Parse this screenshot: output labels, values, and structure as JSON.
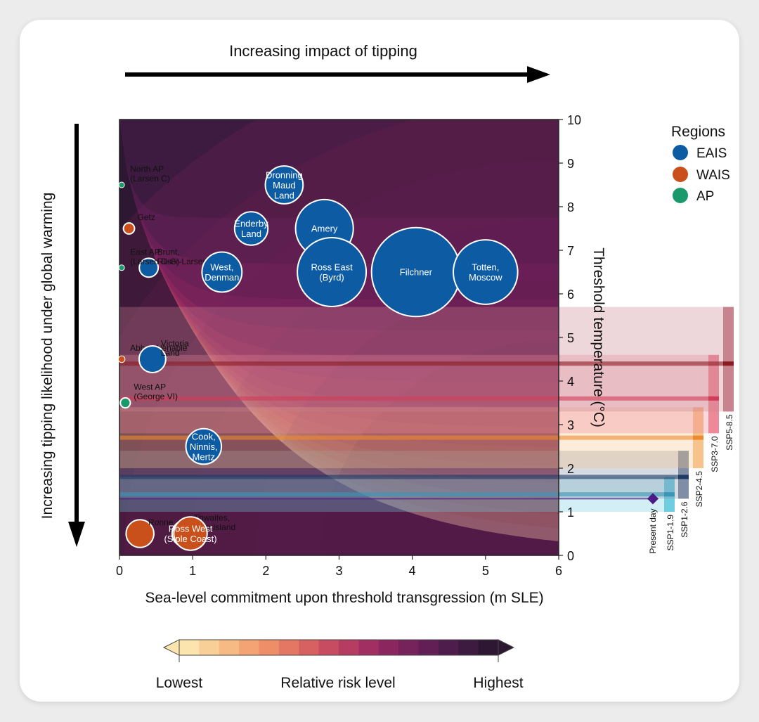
{
  "top_arrow_label": "Increasing impact of tipping",
  "left_arrow_label": "Increasing tipping likelihood under global warming",
  "legend": {
    "title": "Regions",
    "items": [
      {
        "label": "EAIS",
        "color": "#0d5ba3"
      },
      {
        "label": "WAIS",
        "color": "#c9501a"
      },
      {
        "label": "AP",
        "color": "#1a9a6a"
      }
    ]
  },
  "colorbar": {
    "title": "Relative risk level",
    "low_label": "Lowest",
    "high_label": "Highest",
    "colors": [
      "#fce4ae",
      "#f8cf96",
      "#f6ba84",
      "#f2a474",
      "#ee8e69",
      "#e47764",
      "#d76061",
      "#c84c61",
      "#b63c62",
      "#a22f62",
      "#8c265f",
      "#76225b",
      "#621f55",
      "#4e1d4c",
      "#3d1a40",
      "#2e1733"
    ]
  },
  "chart_data": {
    "type": "scatter",
    "xlabel": "Sea-level commitment upon threshold transgression (m SLE)",
    "ylabel": "Threshold temperature (°C)",
    "xlim": [
      0,
      6
    ],
    "ylim": [
      0,
      10
    ],
    "xticks": [
      0,
      1,
      2,
      3,
      4,
      5,
      6
    ],
    "yticks": [
      0,
      1,
      2,
      3,
      4,
      5,
      6,
      7,
      8,
      9,
      10
    ],
    "points": [
      {
        "label": "North AP\n(Larsen C)",
        "region": "AP",
        "x": 0.03,
        "y": 8.5,
        "size": 0.04
      },
      {
        "label": "Getz",
        "region": "WAIS",
        "x": 0.13,
        "y": 7.5,
        "size": 0.1
      },
      {
        "label": "Brunt,\nRiiser-Larsen",
        "region": "EAIS",
        "x": 0.4,
        "y": 6.6,
        "size": 0.17
      },
      {
        "label": "East AP\n(Larsen D-G)",
        "region": "AP",
        "x": 0.03,
        "y": 6.6,
        "size": 0.04
      },
      {
        "label": "Dronning\nMaud\nLand",
        "region": "EAIS",
        "x": 2.25,
        "y": 8.5,
        "size": 0.34
      },
      {
        "label": "Enderby\nLand",
        "region": "EAIS",
        "x": 1.8,
        "y": 7.5,
        "size": 0.3
      },
      {
        "label": "West,\nDenman",
        "region": "EAIS",
        "x": 1.4,
        "y": 6.5,
        "size": 0.36
      },
      {
        "label": "Amery",
        "region": "EAIS",
        "x": 2.8,
        "y": 7.5,
        "size": 0.52
      },
      {
        "label": "Ross East\n(Byrd)",
        "region": "EAIS",
        "x": 2.9,
        "y": 6.5,
        "size": 0.62
      },
      {
        "label": "Filchner",
        "region": "EAIS",
        "x": 4.05,
        "y": 6.5,
        "size": 0.8
      },
      {
        "label": "Totten,\nMoscow",
        "region": "EAIS",
        "x": 5.0,
        "y": 6.5,
        "size": 0.58
      },
      {
        "label": "Abbot, Venable",
        "region": "WAIS",
        "x": 0.03,
        "y": 4.5,
        "size": 0.06
      },
      {
        "label": "Victoria\nLand",
        "region": "EAIS",
        "x": 0.45,
        "y": 4.5,
        "size": 0.24
      },
      {
        "label": "West AP\n(George VI)",
        "region": "AP",
        "x": 0.08,
        "y": 3.5,
        "size": 0.09
      },
      {
        "label": "Cook,\nNinnis,\nMertz",
        "region": "EAIS",
        "x": 1.15,
        "y": 2.5,
        "size": 0.32
      },
      {
        "label": "Thwaites,\nPine Island",
        "region": "WAIS",
        "x": 0.9,
        "y": 0.5,
        "size": 0.24
      },
      {
        "label": "Ross West\n(Siple Coast)",
        "region": "WAIS",
        "x": 0.97,
        "y": 0.5,
        "size": 0.3
      },
      {
        "label": "Ronne",
        "region": "WAIS",
        "x": 0.28,
        "y": 0.5,
        "size": 0.25
      }
    ],
    "present_day": {
      "label": "Present day",
      "y": 1.3,
      "color": "#4b1b86"
    },
    "scenarios": [
      {
        "name": "SSP1-1.9",
        "median": 1.4,
        "range": [
          1.0,
          1.8
        ],
        "color": "#6fcde0",
        "median_color": "#1a9abf"
      },
      {
        "name": "SSP1-2.6",
        "median": 1.8,
        "range": [
          1.3,
          2.4
        ],
        "color": "#7f8ea5",
        "median_color": "#1f3a66"
      },
      {
        "name": "SSP2-4.5",
        "median": 2.7,
        "range": [
          2.0,
          3.4
        ],
        "color": "#f6c38a",
        "median_color": "#ec8a2f"
      },
      {
        "name": "SSP3-7.0",
        "median": 3.6,
        "range": [
          2.8,
          4.6
        ],
        "color": "#ee8a98",
        "median_color": "#d61d3f"
      },
      {
        "name": "SSP5-8.5",
        "median": 4.4,
        "range": [
          3.3,
          5.7
        ],
        "color": "#c8848e",
        "median_color": "#8a1b22"
      }
    ]
  }
}
